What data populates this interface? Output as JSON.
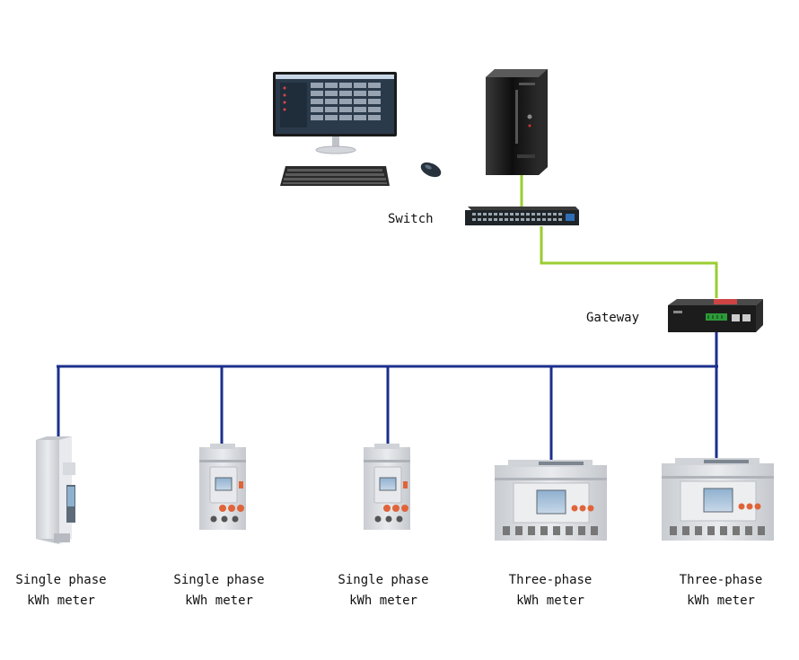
{
  "labels": {
    "switch": "Switch",
    "gateway": "Gateway"
  },
  "meters": [
    {
      "line1": "Single phase",
      "line2": "kWh meter"
    },
    {
      "line1": "Single phase",
      "line2": "kWh meter"
    },
    {
      "line1": "Single phase",
      "line2": "kWh meter"
    },
    {
      "line1": "Three-phase",
      "line2": "kWh meter"
    },
    {
      "line1": "Three-phase",
      "line2": "kWh meter"
    }
  ],
  "colors": {
    "ethernet_cable": "#9acd32",
    "rs485_bus": "#1c2f8c",
    "device_dark": "#1e1e1e",
    "meter_body": "#d8dbe0",
    "meter_button": "#e0643a"
  },
  "icons": {
    "workstation": "monitor-icon",
    "server": "pc-tower-icon",
    "switch": "network-switch-icon",
    "gateway": "gateway-icon",
    "meter_single": "din-rail-meter-icon",
    "meter_three": "three-phase-meter-icon"
  }
}
